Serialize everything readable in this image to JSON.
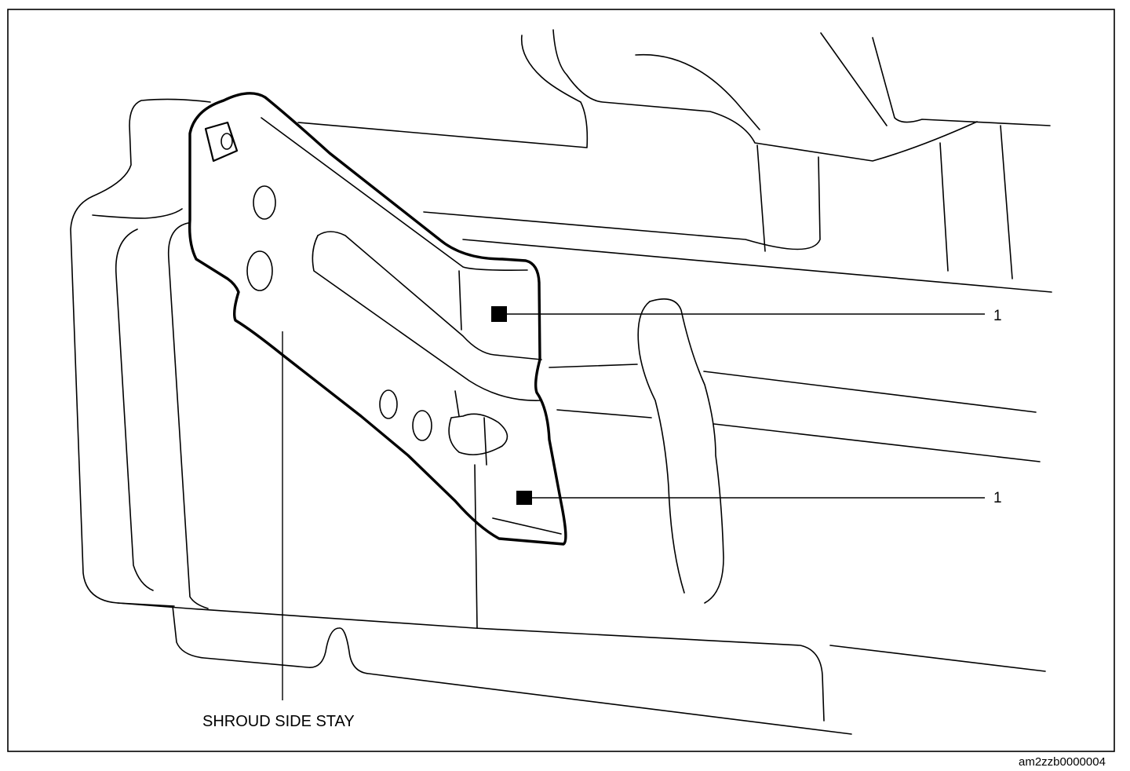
{
  "diagram": {
    "part_label": "SHROUD SIDE STAY",
    "callouts": [
      {
        "number": "1"
      },
      {
        "number": "1"
      }
    ],
    "figure_code": "am2zzb0000004"
  }
}
